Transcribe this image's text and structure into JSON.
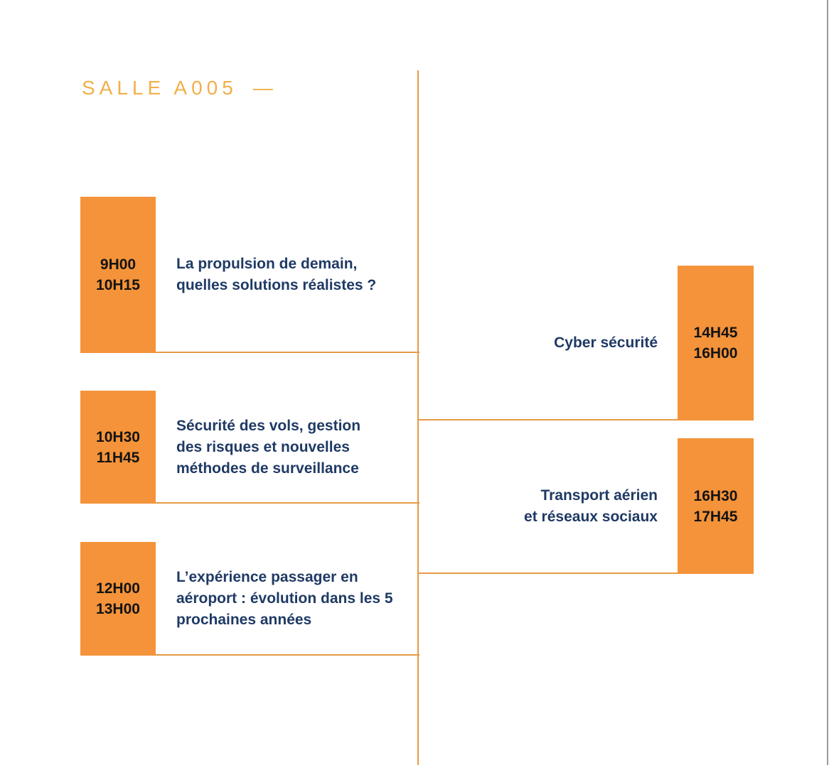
{
  "colors": {
    "accent_orange": "#f4933a",
    "line_orange": "#e59a47",
    "title_gold": "#f1b04a",
    "navy": "#1f3a64",
    "edge_gray": "#9a9a9a"
  },
  "header": {
    "room_name": "SALLE A005",
    "dash": "—"
  },
  "left_column": {
    "sessions": [
      {
        "time_start": "9H00",
        "time_end": "10H15",
        "title_lines": [
          "La propulsion de demain,",
          "quelles solutions réalistes ?"
        ]
      },
      {
        "time_start": "10H30",
        "time_end": "11H45",
        "title_lines": [
          "Sécurité des vols, gestion",
          "des risques et nouvelles",
          "méthodes de surveillance"
        ]
      },
      {
        "time_start": "12H00",
        "time_end": "13H00",
        "title_lines": [
          "L’expérience passager en",
          "aéroport : évolution dans les 5",
          "prochaines années"
        ]
      }
    ]
  },
  "right_column": {
    "sessions": [
      {
        "time_start": "14H45",
        "time_end": "16H00",
        "title_lines": [
          "Cyber sécurité"
        ]
      },
      {
        "time_start": "16H30",
        "time_end": "17H45",
        "title_lines": [
          "Transport aérien",
          "et réseaux sociaux"
        ]
      }
    ]
  }
}
